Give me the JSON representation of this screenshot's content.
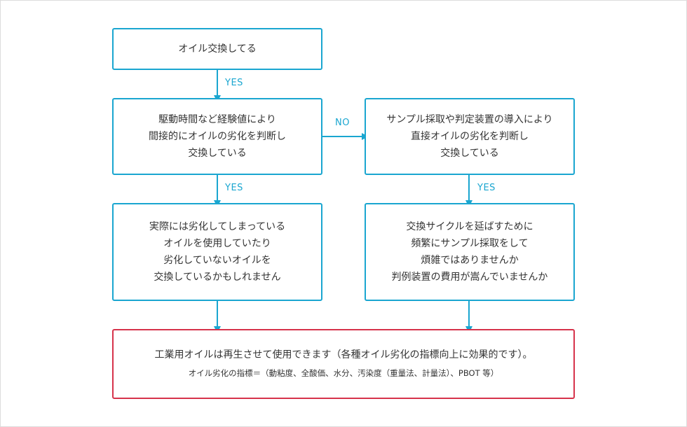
{
  "nodes": {
    "start": {
      "lines": [
        "オイル交換してる"
      ]
    },
    "indirect": {
      "lines": [
        "駆動時間など経験値により",
        "間接的にオイルの劣化を判断し",
        "交換している"
      ]
    },
    "direct": {
      "lines": [
        "サンプル採取や判定装置の導入により",
        "直接オイルの劣化を判断し",
        "交換している"
      ]
    },
    "indirect_issue": {
      "lines": [
        "実際には劣化してしまっている",
        "オイルを使用していたり",
        "劣化していないオイルを",
        "交換しているかもしれません"
      ]
    },
    "direct_issue": {
      "lines": [
        "交換サイクルを延ばすために",
        "頻繁にサンプル採取をして",
        "煩雑ではありませんか",
        "判例装置の費用が嵩んでいませんか"
      ]
    },
    "result": {
      "main": "工業用オイルは再生させて使用できます（各種オイル劣化の指標向上に効果的です）。",
      "sub": "オイル劣化の指標＝（動粘度、全酸価、水分、汚染度（重量法、計量法）、PBOT 等）"
    }
  },
  "edges": {
    "start_to_indirect": "YES",
    "indirect_to_direct": "NO",
    "indirect_to_issue": "YES",
    "direct_to_issue": "YES"
  },
  "colors": {
    "primary": "#1aa6d0",
    "result_border": "#d6334b",
    "text": "#333333"
  }
}
